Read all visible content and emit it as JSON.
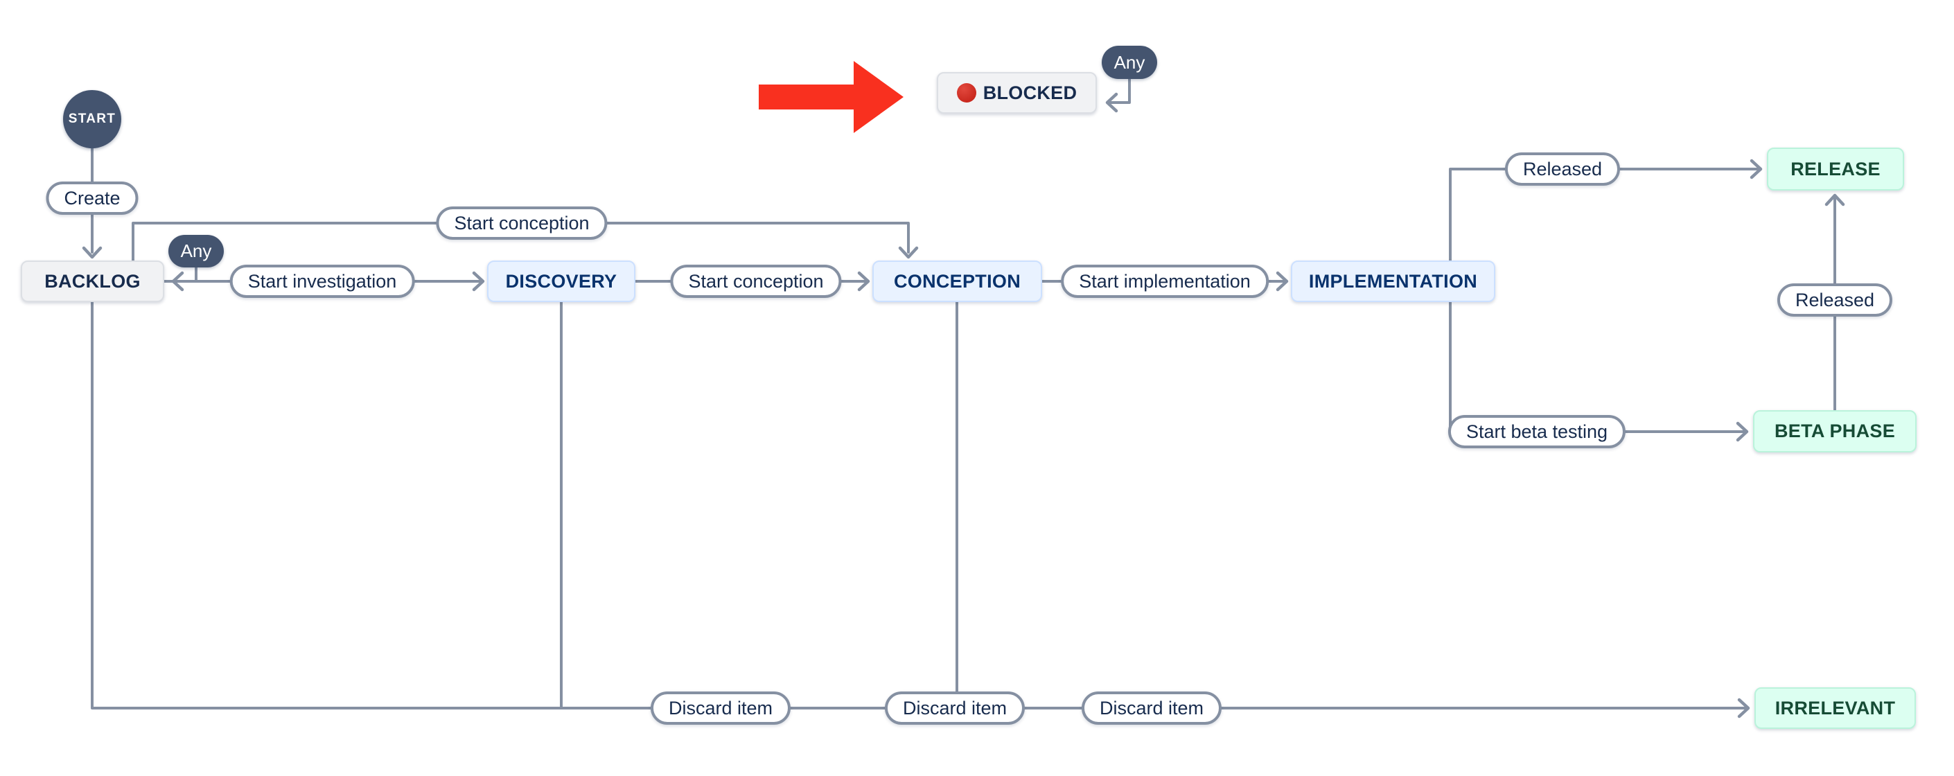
{
  "workflow": {
    "start": "START",
    "statuses": {
      "backlog": "BACKLOG",
      "discovery": "DISCOVERY",
      "conception": "CONCEPTION",
      "implementation": "IMPLEMENTATION",
      "release": "RELEASE",
      "beta_phase": "BETA PHASE",
      "irrelevant": "IRRELEVANT",
      "blocked": "BLOCKED"
    },
    "transitions": {
      "create": "Create",
      "start_investigation": "Start investigation",
      "start_conception": "Start conception",
      "start_implementation": "Start implementation",
      "released": "Released",
      "start_beta_testing": "Start beta testing",
      "discard_item": "Discard item",
      "any": "Any"
    }
  },
  "colors": {
    "line": "#8590A2",
    "badge": "#44546F",
    "todo-fill": "#F1F2F4",
    "todo-border": "#DCDFE4",
    "todo-text": "#172B4D",
    "inprogress-fill": "#E9F2FF",
    "inprogress-border": "#CCE0FF",
    "inprogress-text": "#09326C",
    "done-fill": "#DCFFF1",
    "done-border": "#BAF3DB",
    "done-text": "#164B35",
    "pointer-red": "#F9301F",
    "blocked-dot": "#C9281E"
  }
}
